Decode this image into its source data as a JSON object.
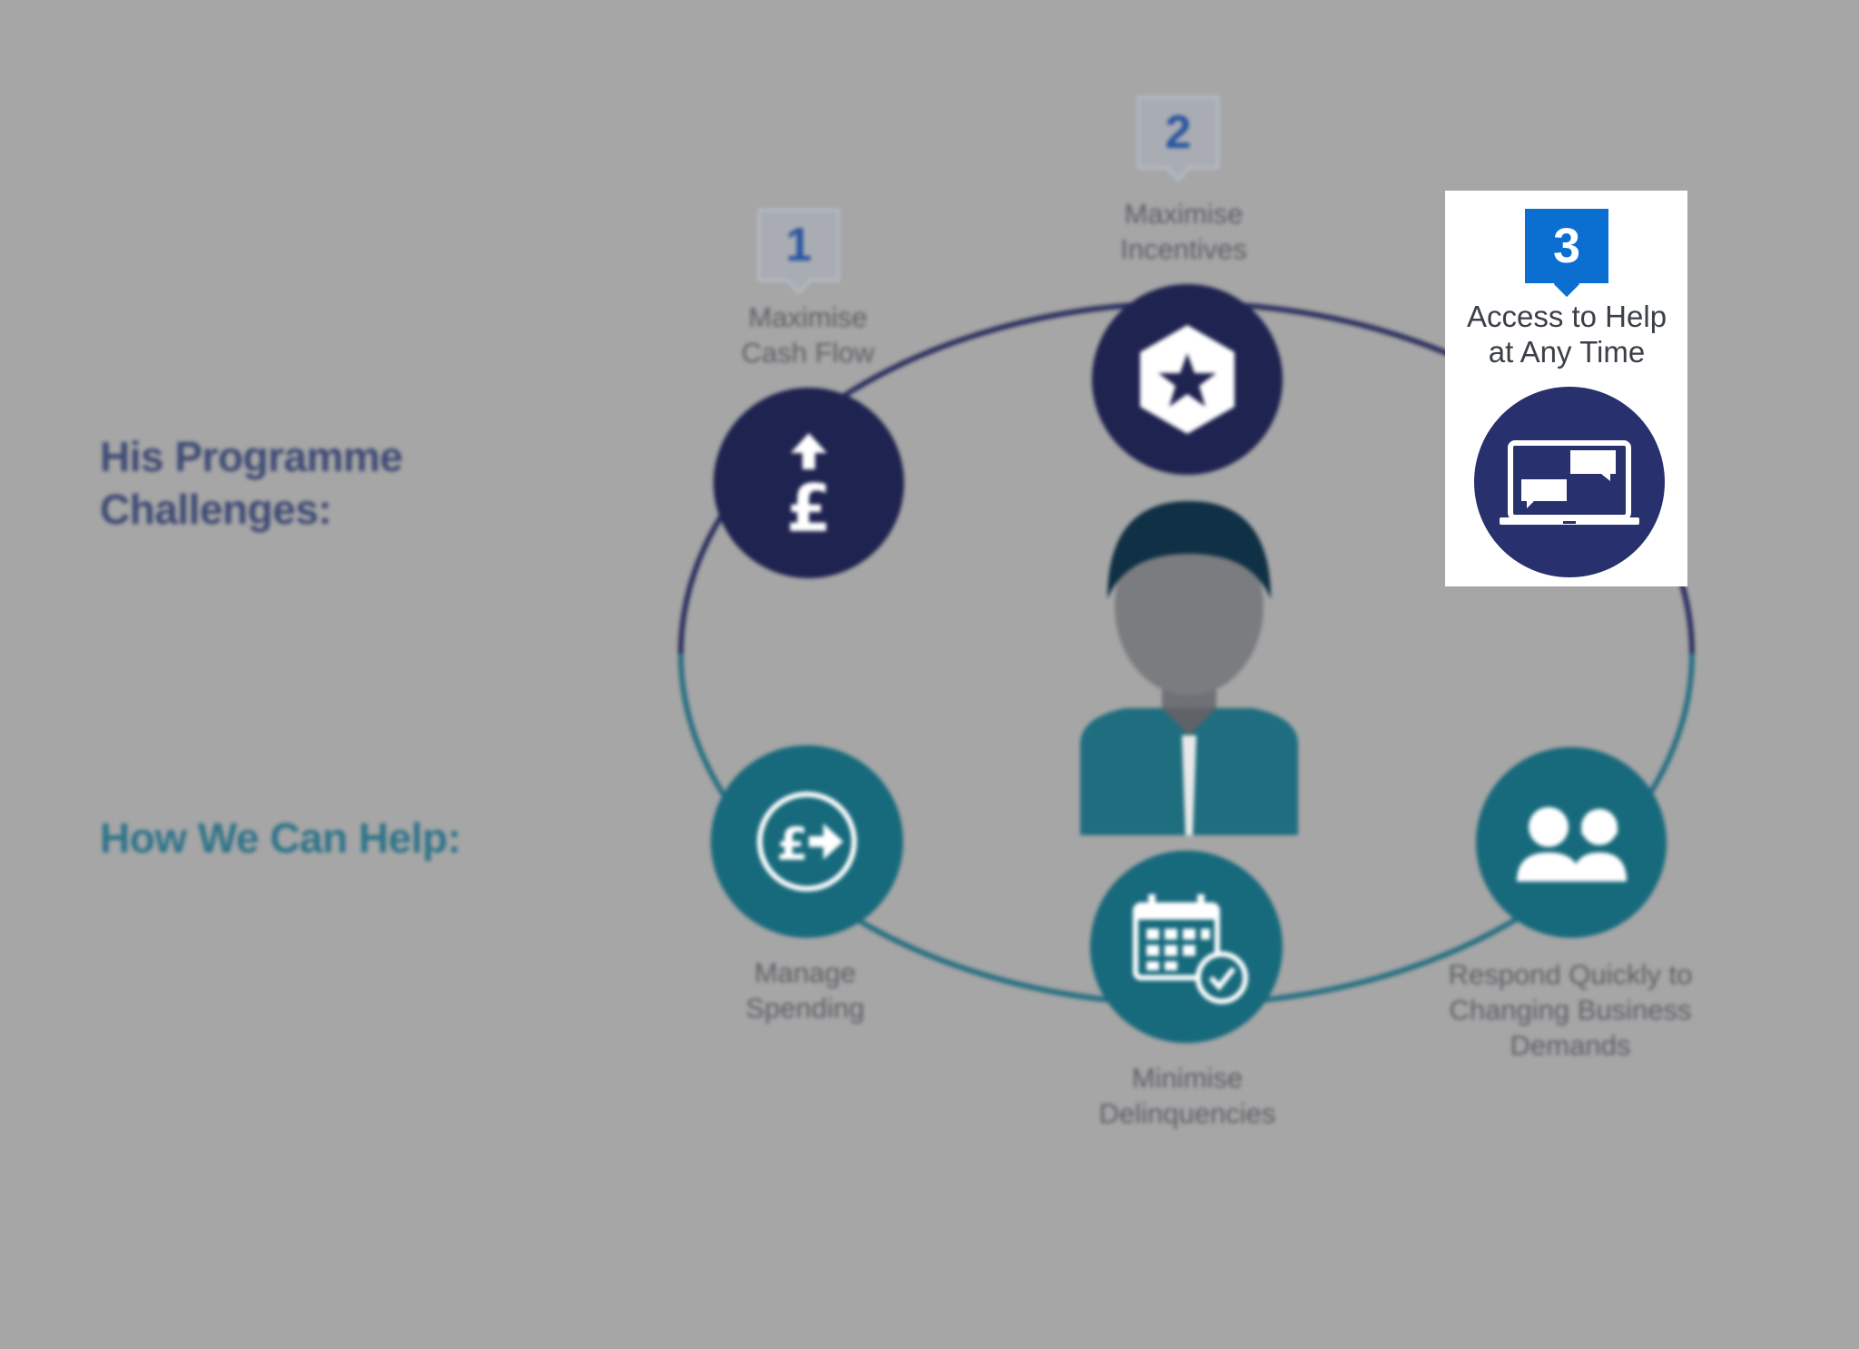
{
  "headings": {
    "challenges": [
      "His Programme",
      "Challenges:"
    ],
    "help": "How We Can Help:"
  },
  "challenges": [
    {
      "number": "1",
      "label": [
        "Maximise",
        "Cash Flow"
      ],
      "icon": "pound-up-arrow-icon"
    },
    {
      "number": "2",
      "label": [
        "Maximise",
        "Incentives"
      ],
      "icon": "star-hexagon-icon"
    },
    {
      "number": "3",
      "label": [
        "Access to Help",
        "at Any Time"
      ],
      "icon": "laptop-chat-icon",
      "active": true
    }
  ],
  "help": [
    {
      "label": [
        "Manage",
        "Spending"
      ],
      "icon": "pound-transfer-icon"
    },
    {
      "label": [
        "Minimise",
        "Delinquencies"
      ],
      "icon": "calendar-check-icon"
    },
    {
      "label": [
        "Respond Quickly to",
        "Changing Business",
        "Demands"
      ],
      "icon": "people-icon"
    }
  ],
  "colors": {
    "background": "#a6a6a6",
    "challenge_node": "#1f2350",
    "active_node": "#28306e",
    "help_node": "#176a7c",
    "active_badge": "#0a6fd0",
    "highlight": "#ffffff"
  }
}
